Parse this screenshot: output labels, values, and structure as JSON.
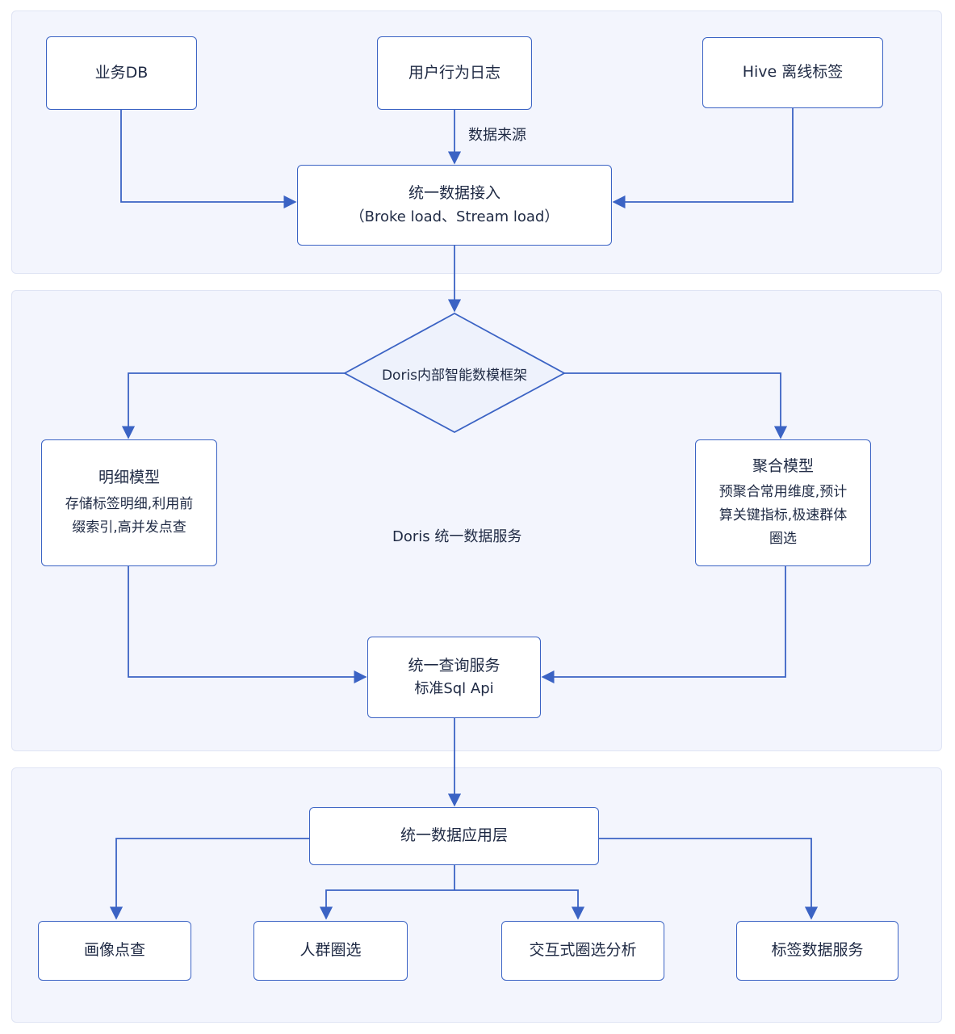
{
  "sources": {
    "business_db": "业务DB",
    "user_behavior_log": "用户行为日志",
    "hive_offline_tags": "Hive 离线标签",
    "edge_label": "数据来源"
  },
  "ingestion": {
    "title": "统一数据接入",
    "subtitle": "（Broke load、Stream load）"
  },
  "doris": {
    "framework": "Doris内部智能数模框架",
    "service_label": "Doris 统一数据服务",
    "detail_model": {
      "title": "明细模型",
      "desc_line1": "存储标签明细,利用前",
      "desc_line2": "缀索引,高并发点查"
    },
    "agg_model": {
      "title": "聚合模型",
      "desc_line1": "预聚合常用维度,预计",
      "desc_line2": "算关键指标,极速群体",
      "desc_line3": "圈选"
    },
    "query_service": {
      "title": "统一查询服务",
      "subtitle": "标准Sql Api"
    }
  },
  "application": {
    "title": "统一数据应用层",
    "items": [
      "画像点查",
      "人群圈选",
      "交互式圈选分析",
      "标签数据服务"
    ]
  },
  "colors": {
    "border": "#3b63c4",
    "arrow": "#3b63c4",
    "panel_bg": "#f3f5fd"
  }
}
